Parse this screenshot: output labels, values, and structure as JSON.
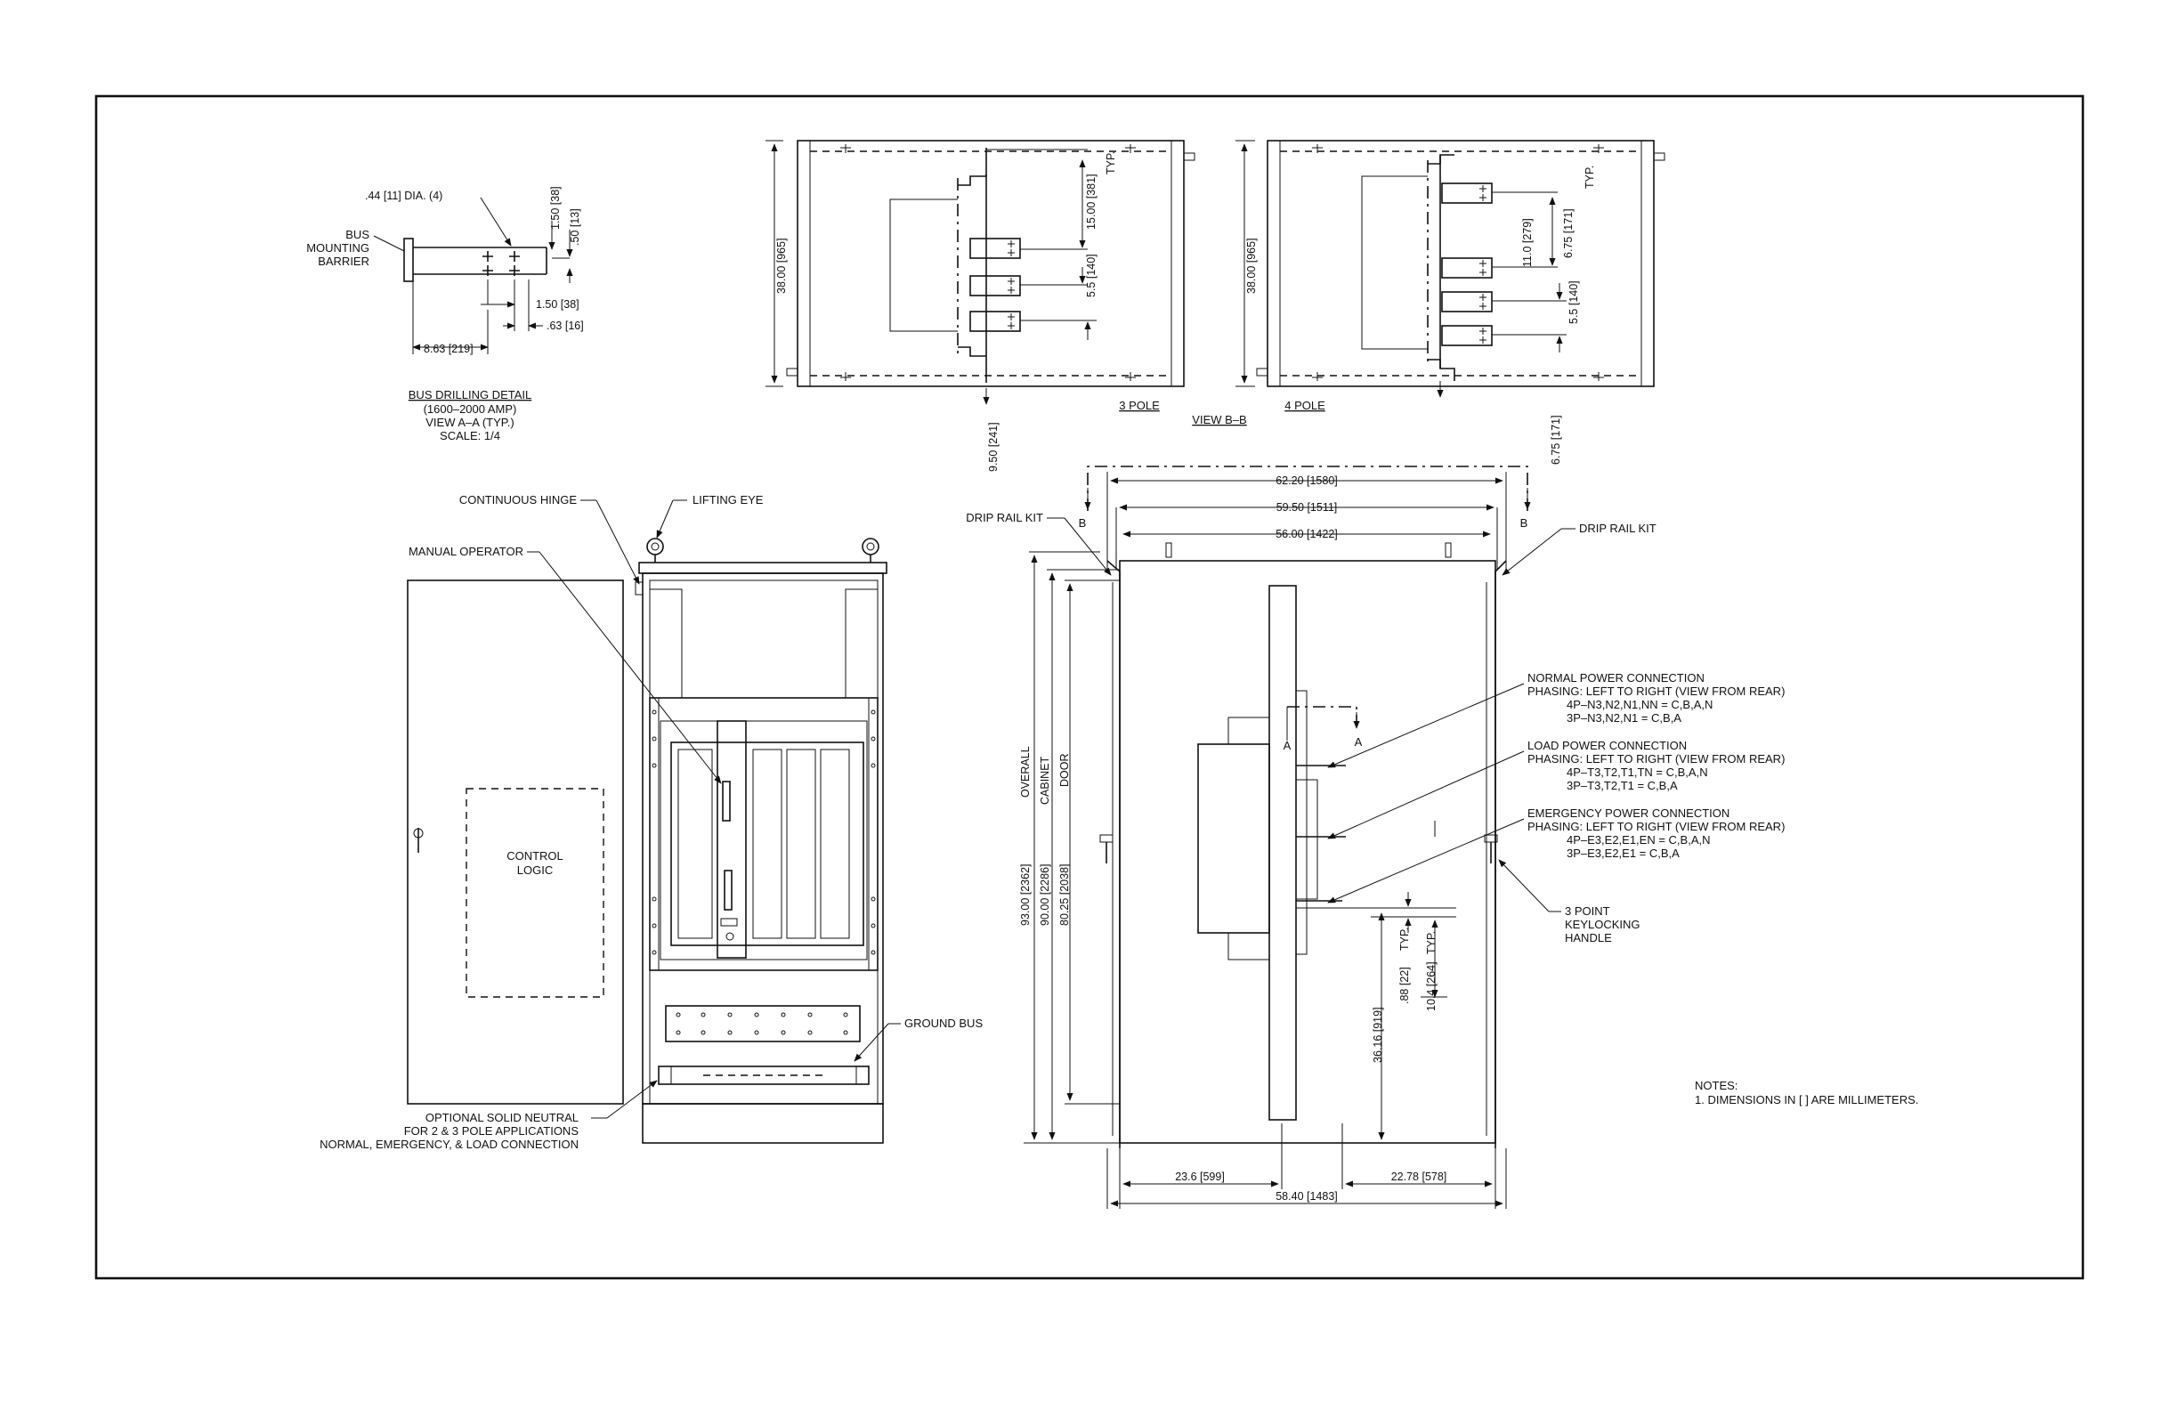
{
  "bus_detail": {
    "dia": ".44 [11] DIA. (4)",
    "bus_label": [
      "BUS",
      "MOUNTING",
      "BARRIER"
    ],
    "d150v": "1.50 [38]",
    "d50": ".50 [13]",
    "d150h": "1.50 [38]",
    "d63": ".63 [16]",
    "d863": "8.63 [219]",
    "title": "BUS DRILLING DETAIL",
    "sub1": "(1600–2000 AMP)",
    "sub2": "VIEW A–A (TYP.)",
    "sub3": "SCALE: 1/4"
  },
  "view_bb": {
    "h38_3p": "38.00 [965]",
    "d1500": "15.00 [381]",
    "d55_3p": "5.5 [140]",
    "typ": "TYP.",
    "label_3p": "3 POLE",
    "d950": "9.50 [241]",
    "title": "VIEW B–B",
    "h38_4p": "38.00 [965]",
    "d110": "11.0 [279]",
    "d675a": "6.75 [171]",
    "d55_4p": "5.5 [140]",
    "label_4p": "4 POLE",
    "d675b": "6.75 [171]"
  },
  "front_view": {
    "hinge": "CONTINUOUS HINGE",
    "lifting": "LIFTING EYE",
    "manual": "MANUAL OPERATOR",
    "control": [
      "CONTROL",
      "LOGIC"
    ],
    "ground": "GROUND BUS",
    "neutral": [
      "OPTIONAL SOLID NEUTRAL",
      "FOR 2 & 3 POLE APPLICATIONS",
      "NORMAL, EMERGENCY, & LOAD CONNECTION"
    ]
  },
  "side_view": {
    "w6220": "62.20 [1580]",
    "w5950": "59.50 [1511]",
    "w5600": "56.00 [1422]",
    "b": "B",
    "drip": "DRIP RAIL KIT",
    "overall": "OVERALL",
    "cabinet": "CABINET",
    "door": "DOOR",
    "h9300": "93.00 [2362]",
    "h9000": "90.00 [2286]",
    "h8025": "80.25 [2038]",
    "a": "A",
    "normal": [
      "NORMAL POWER CONNECTION",
      "PHASING: LEFT TO RIGHT (VIEW FROM REAR)",
      "4P–N3,N2,N1,NN = C,B,A,N",
      "3P–N3,N2,N1 = C,B,A"
    ],
    "load": [
      "LOAD POWER CONNECTION",
      "PHASING: LEFT TO RIGHT (VIEW FROM REAR)",
      "4P–T3,T2,T1,TN = C,B,A,N",
      "3P–T3,T2,T1 = C,B,A"
    ],
    "emergency": [
      "EMERGENCY POWER CONNECTION",
      "PHASING: LEFT TO RIGHT (VIEW FROM REAR)",
      "4P–E3,E2,E1,EN = C,B,A,N",
      "3P–E3,E2,E1 = C,B,A"
    ],
    "keylock": [
      "3 POINT",
      "KEYLOCKING",
      "HANDLE"
    ],
    "d3616": "36.16 [919]",
    "d88": ".88 [22]",
    "typ": "TYP.",
    "d104": "10.4 [264]",
    "w236": "23.6 [599]",
    "w2278": "22.78 [578]",
    "w5840": "58.40 [1483]"
  },
  "notes": [
    "NOTES:",
    "1. DIMENSIONS IN [ ] ARE MILLIMETERS."
  ]
}
